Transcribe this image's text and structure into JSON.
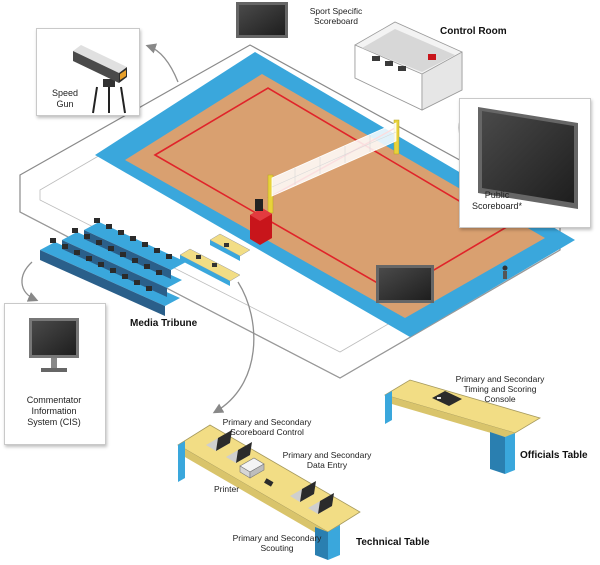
{
  "labels": {
    "sport_scoreboard": "Sport Specific\nScoreboard",
    "control_room": "Control Room",
    "speed_gun": "Speed\nGun",
    "public_scoreboard": "Public\nScoreboard*",
    "media_tribune": "Media Tribune",
    "cis": "Commentator\nInformation\nSystem (CIS)",
    "scoreboard_control": "Primary and Secondary\nScoreboard Control",
    "data_entry": "Primary and Secondary\nData Entry",
    "printer": "Printer",
    "scouting": "Primary and Secondary\nScouting",
    "technical_table": "Technical Table",
    "timing_console": "Primary and Secondary\nTiming and Scoring\nConsole",
    "officials_table": "Officials Table"
  },
  "colors": {
    "court": "#d9a070",
    "court_border": "#3aa7dc",
    "court_line": "#e0242a",
    "floor": "#ffffff",
    "post": "#e8d23a",
    "referee_stand": "#c8151b",
    "table_top": "#f2dd85",
    "table_side": "#3aa7dc",
    "screen": "#2b2b2b"
  }
}
